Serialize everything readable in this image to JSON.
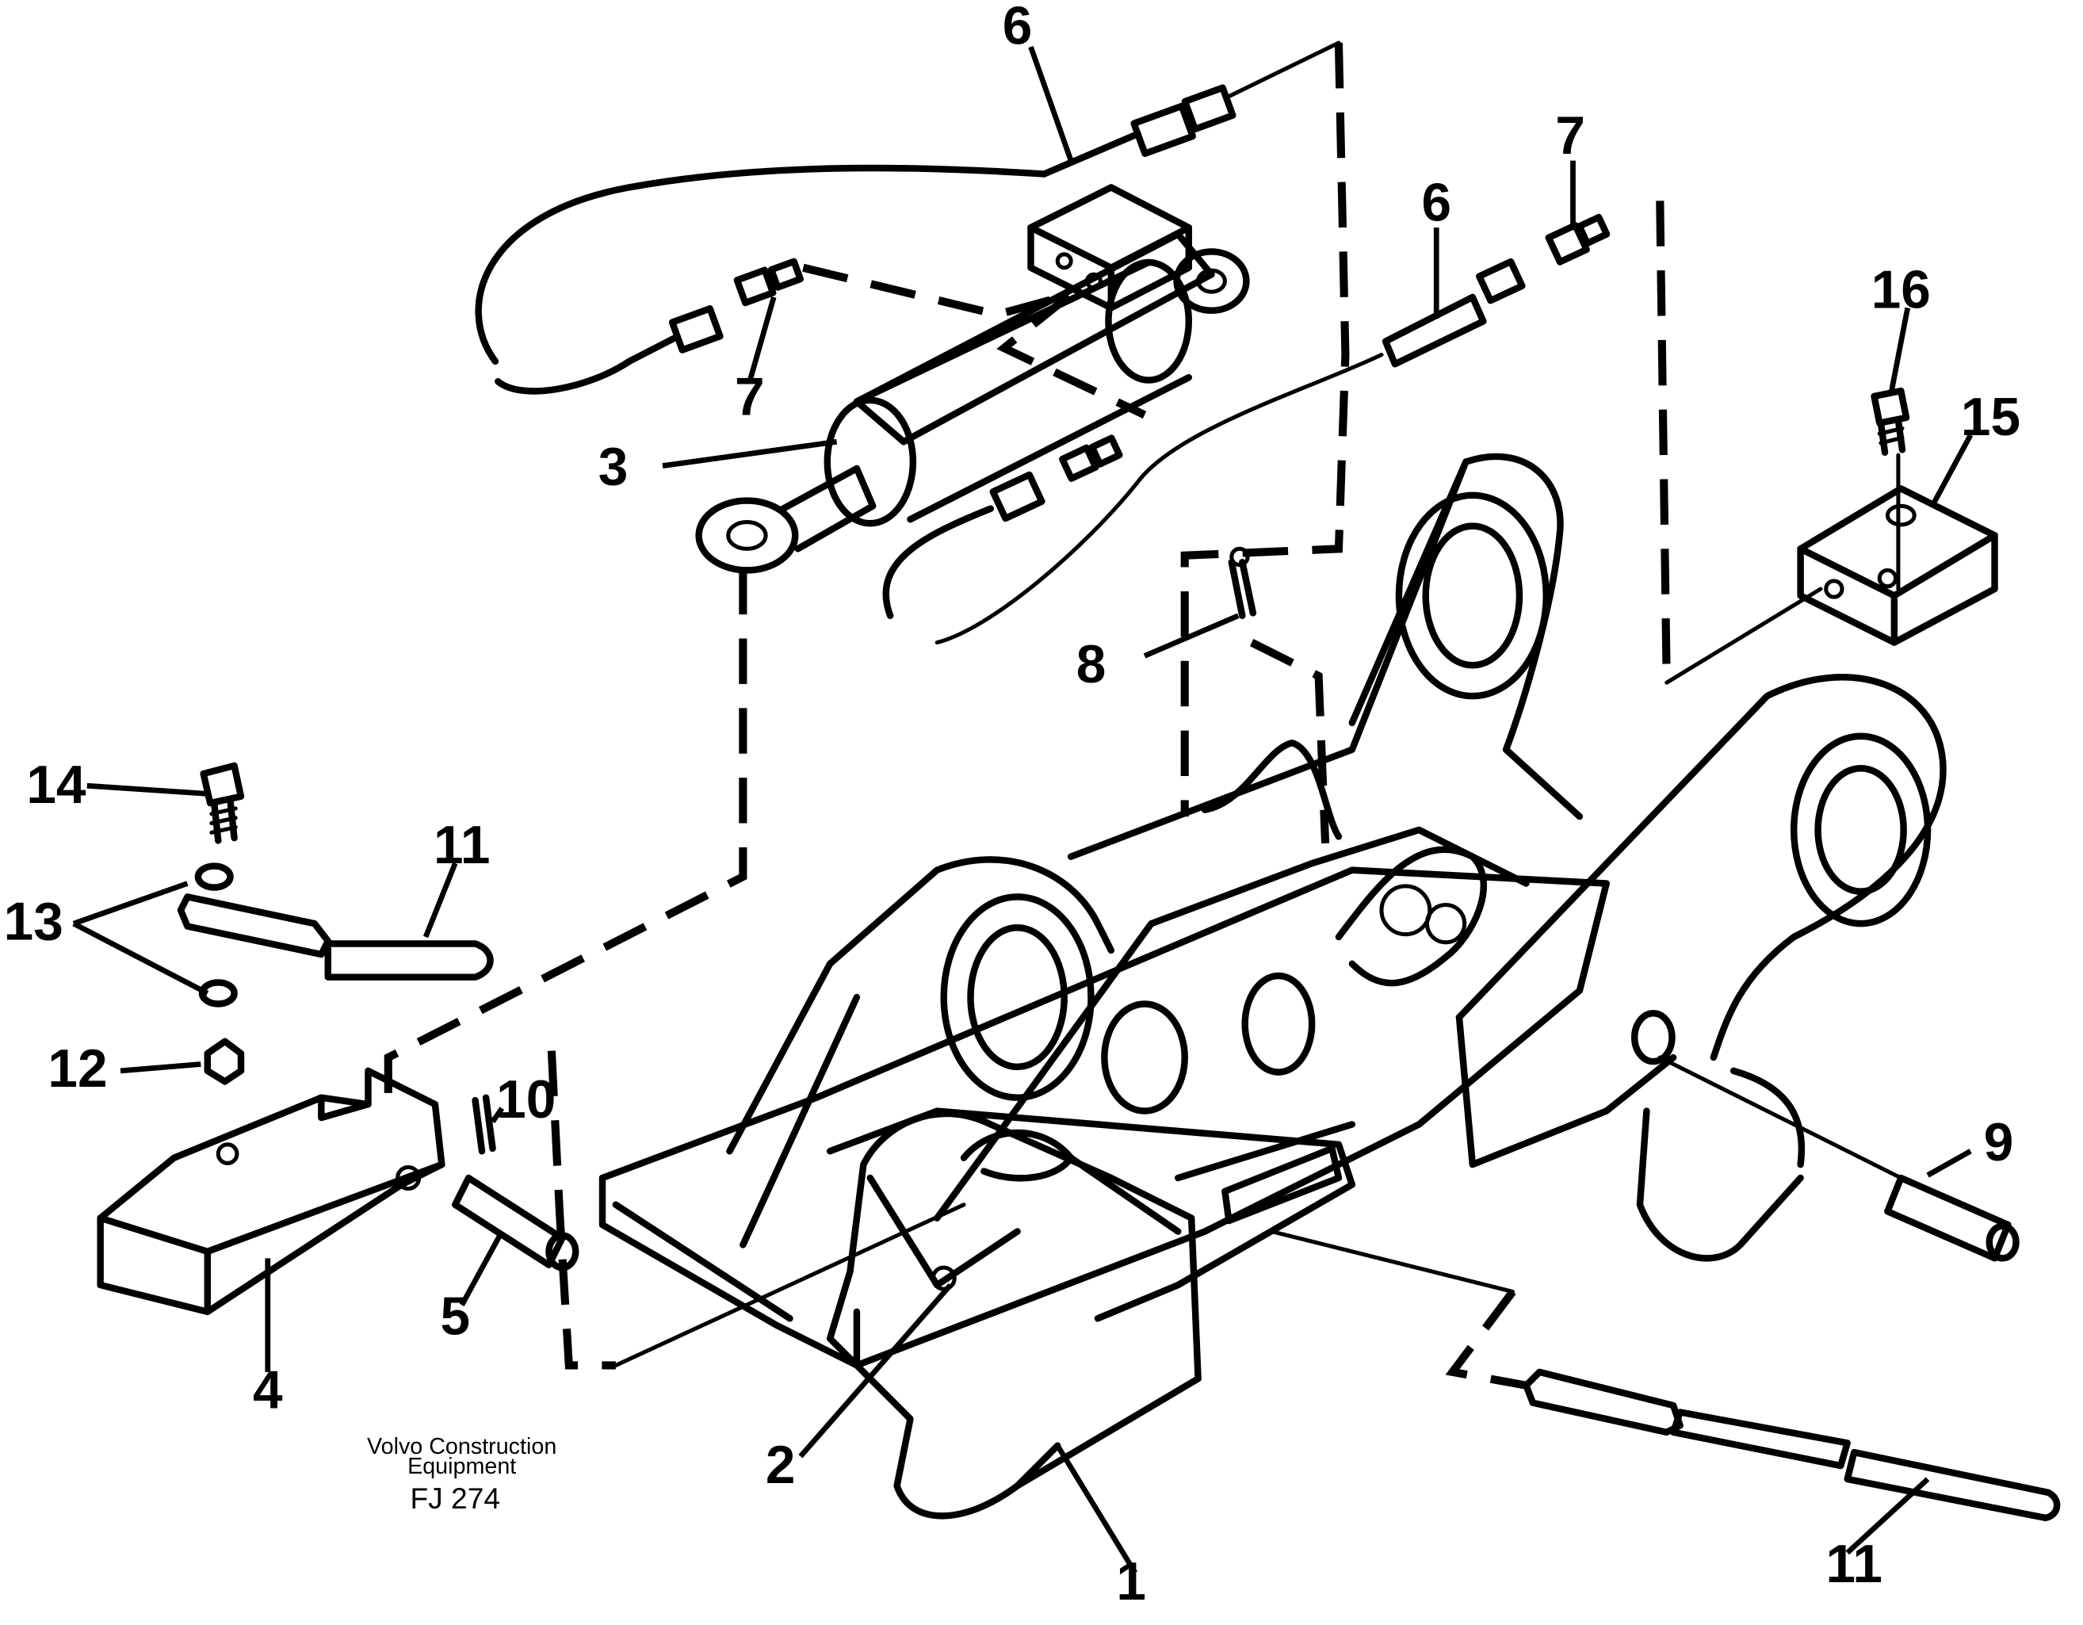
{
  "callouts": [
    {
      "id": "c1",
      "label": "1"
    },
    {
      "id": "c2",
      "label": "2"
    },
    {
      "id": "c3",
      "label": "3"
    },
    {
      "id": "c4",
      "label": "4"
    },
    {
      "id": "c5",
      "label": "5"
    },
    {
      "id": "c6a",
      "label": "6"
    },
    {
      "id": "c6b",
      "label": "6"
    },
    {
      "id": "c7a",
      "label": "7"
    },
    {
      "id": "c7b",
      "label": "7"
    },
    {
      "id": "c8",
      "label": "8"
    },
    {
      "id": "c9",
      "label": "9"
    },
    {
      "id": "c10",
      "label": "10"
    },
    {
      "id": "c11a",
      "label": "11"
    },
    {
      "id": "c11b",
      "label": "11"
    },
    {
      "id": "c12",
      "label": "12"
    },
    {
      "id": "c13",
      "label": "13"
    },
    {
      "id": "c14",
      "label": "14"
    },
    {
      "id": "c15",
      "label": "15"
    },
    {
      "id": "c16",
      "label": "16"
    }
  ],
  "credit": {
    "line1": "Volvo Construction",
    "line2": "Equipment",
    "code": "FJ 274"
  }
}
